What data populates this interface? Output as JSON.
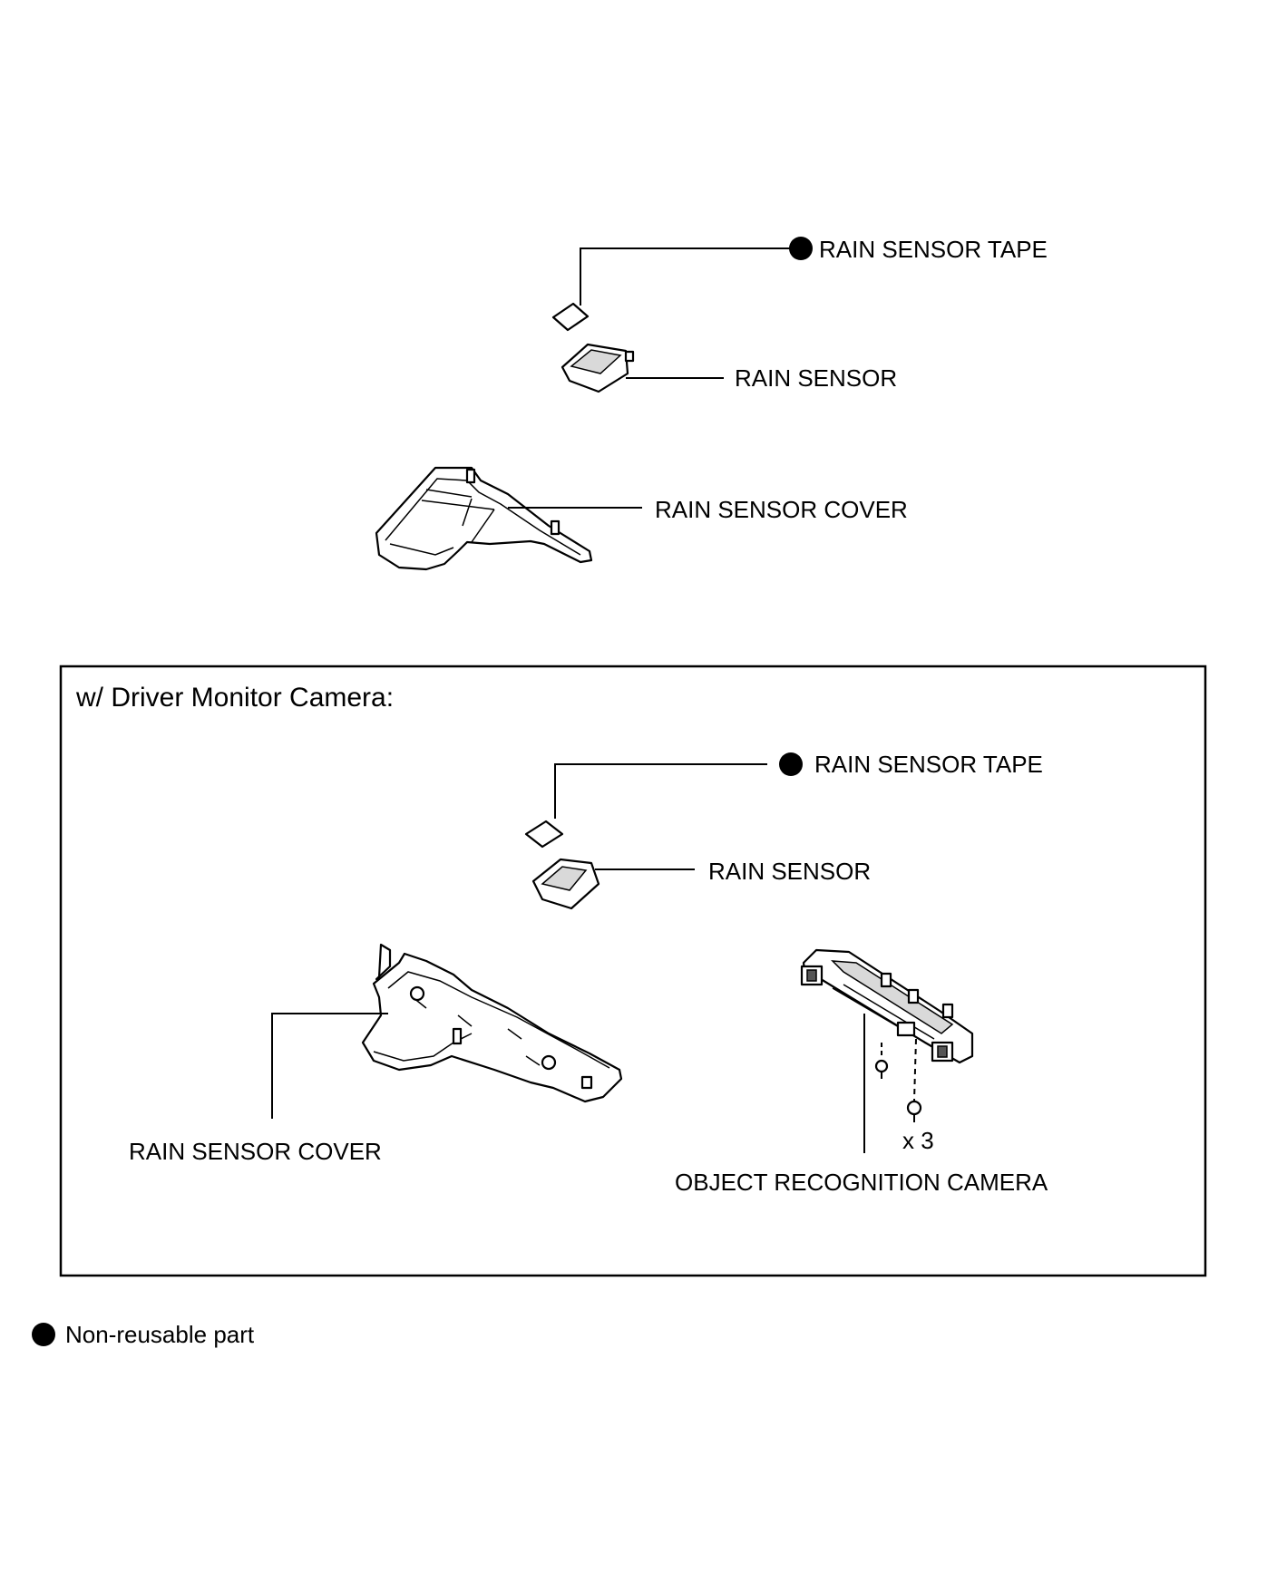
{
  "top_section": {
    "labels": {
      "tape": "RAIN SENSOR TAPE",
      "sensor": "RAIN SENSOR",
      "cover": "RAIN SENSOR COVER"
    }
  },
  "camera_section": {
    "title": "w/ Driver Monitor Camera:",
    "labels": {
      "tape": "RAIN SENSOR TAPE",
      "sensor": "RAIN SENSOR",
      "cover": "RAIN SENSOR COVER",
      "camera": "OBJECT RECOGNITION CAMERA",
      "screw_qty": "x 3"
    }
  },
  "legend": {
    "text": "Non-reusable part"
  }
}
